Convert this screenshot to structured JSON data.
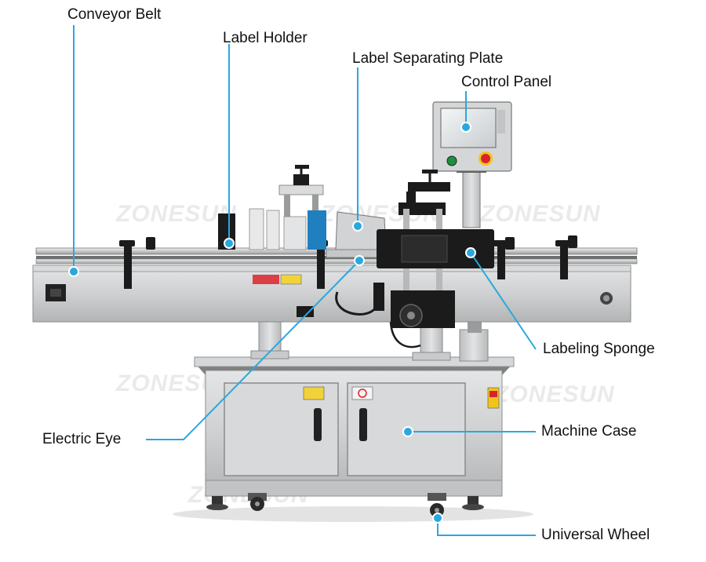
{
  "watermark": "ZONESUN",
  "colors": {
    "callout": "#29a8e0",
    "steel": "#c9cacb",
    "dark": "#1b1b1b",
    "red_button": "#d9232d",
    "green_button": "#1e8f3e"
  },
  "callouts": [
    {
      "id": "conveyor-belt",
      "label": "Conveyor Belt"
    },
    {
      "id": "label-holder",
      "label": "Label Holder"
    },
    {
      "id": "label-separating-plate",
      "label": "Label Separating Plate"
    },
    {
      "id": "control-panel",
      "label": "Control Panel"
    },
    {
      "id": "labeling-sponge",
      "label": "Labeling Sponge"
    },
    {
      "id": "electric-eye",
      "label": "Electric Eye"
    },
    {
      "id": "machine-case",
      "label": "Machine Case"
    },
    {
      "id": "universal-wheel",
      "label": "Universal Wheel"
    }
  ]
}
